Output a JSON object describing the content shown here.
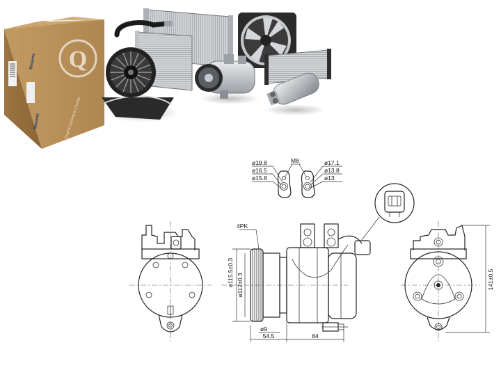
{
  "product_banner": {
    "box_brand": "Nissens",
    "box_side_brand": "Nissens",
    "box_tagline": "Engine Cooling & Climate",
    "box_stamp": "Q"
  },
  "drawing": {
    "fittings_labels": {
      "left": [
        "ø19.8",
        "ø16.5",
        "ø15.8"
      ],
      "center": "M8",
      "right": [
        "ø17.1",
        "ø13.8",
        "ø13"
      ]
    },
    "side_view": {
      "belt_label": "4PK",
      "pulley_outer_dia": "ø115.5±0.3",
      "pulley_inner_dia": "ø112±0.3",
      "hub_dia": "ø9",
      "len_front": "54.5",
      "len_body": "84"
    },
    "rear_view": {
      "height_dim": "141±0.5"
    }
  }
}
